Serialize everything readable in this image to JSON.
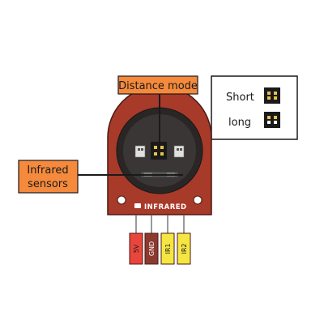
{
  "callouts": {
    "distance_mode": "Distance mode",
    "infrared_line1": "Infrared",
    "infrared_line2": "sensors"
  },
  "legend": {
    "short_label": "Short",
    "long_label": "long"
  },
  "board": {
    "brand_label": "INFRARED"
  },
  "pins": [
    {
      "label": "5V",
      "color": "#e8453c",
      "text_color": "#1a1a1a"
    },
    {
      "label": "GND",
      "color": "#8b3a2f",
      "text_color": "#ffffff"
    },
    {
      "label": "IR1",
      "color": "#f5e642",
      "text_color": "#1a1a1a"
    },
    {
      "label": "IR2",
      "color": "#f5e642",
      "text_color": "#1a1a1a"
    }
  ],
  "colors": {
    "board": "#a83a2a",
    "callout_fill": "#f58a3c",
    "sensor_window": "#3a3636",
    "jumper_gold": "#e8c34a"
  }
}
